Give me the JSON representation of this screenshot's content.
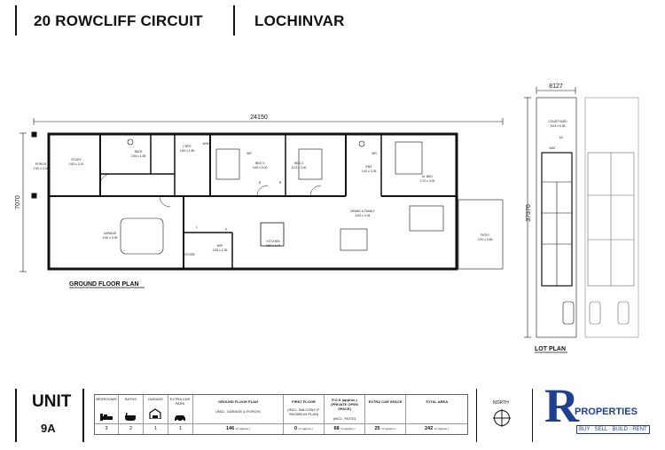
{
  "header": {
    "address": "20 ROWCLIFF CIRCUIT",
    "suburb": "LOCHINVAR"
  },
  "floor_plan": {
    "title": "GROUND FLOOR PLAN",
    "width_dim": "24150",
    "depth_dim": "7070",
    "rooms": [
      {
        "name": "PORCH",
        "size": "2.90 x 3.34"
      },
      {
        "name": "STUDY",
        "size": "2.83 x 2.14"
      },
      {
        "name": "BATH",
        "size": "2.65 x 1.85"
      },
      {
        "name": "L'DRY",
        "size": "1.80 x 1.80"
      },
      {
        "name": "BED 3",
        "size": "2.65 x 3.00"
      },
      {
        "name": "BED 2",
        "size": "3.03 x 3.00"
      },
      {
        "name": "ENS",
        "size": "1.60 x 3.05"
      },
      {
        "name": "M. BED",
        "size": "3.70 x 3.00"
      },
      {
        "name": "GARAGE",
        "size": "5.50 x 3.05"
      },
      {
        "name": "WIP",
        "size": "2.55 x 2.35"
      },
      {
        "name": "KITCHEN",
        "size": "4.50 x 2.44"
      },
      {
        "name": "DINING & FAMILY",
        "size": "6.60 x 3.94"
      },
      {
        "name": "PATIO",
        "size": "2.90 x 3.65"
      }
    ],
    "misc": {
      "wm": "W/M",
      "store": "STORE",
      "wr": "WR",
      "p": "P",
      "l": "L",
      "r": "R"
    }
  },
  "lot_plan": {
    "title": "LOT PLAN",
    "width_dim": "8127",
    "depth_dim": "37370",
    "courtyard_name": "COURTYARD",
    "courtyard_size": "8.04 x 6.38",
    "ac": "AC",
    "wat": "WAT"
  },
  "schedule": {
    "unit_label": "UNIT",
    "unit_number": "9A",
    "headers": {
      "bedrooms": "BEDROOMS",
      "baths": "BATHS",
      "garage": "GARAGE",
      "extra_car_park": "EXTRA CAR PARK",
      "ground_floor_plan": "GROUND FLOOR PLAN",
      "ground_floor_note": "(INCL. GARAGE & PORCH)",
      "first_floor": "FIRST FLOOR",
      "first_floor_note": "(INCL. BALCONY IF SHOWN IN PLAN)",
      "pos": "P.O.S (approx.) (PRIVATE OPEN SPACE)",
      "pos_note": "(INCL. PATIO)",
      "extra_car_space": "EXTRA CAR SPACE",
      "total_area": "TOTAL AREA"
    },
    "values": {
      "bedrooms": "3",
      "baths": "2",
      "garage": "1",
      "extra_car_park": "1",
      "ground_floor_plan": "146",
      "first_floor": "0",
      "pos": "68",
      "extra_car_space": "25",
      "total_area": "242"
    },
    "area_unit": "m² (approx.)",
    "icons": [
      "bed-icon",
      "bath-icon",
      "garage-icon",
      "car-icon"
    ]
  },
  "north": {
    "label": "NORTH"
  },
  "brand": {
    "letter": "R",
    "name": "PROPERTIES",
    "tagline": "BUY · SELL · BUILD · RENT",
    "color": "#1f3f8f"
  }
}
